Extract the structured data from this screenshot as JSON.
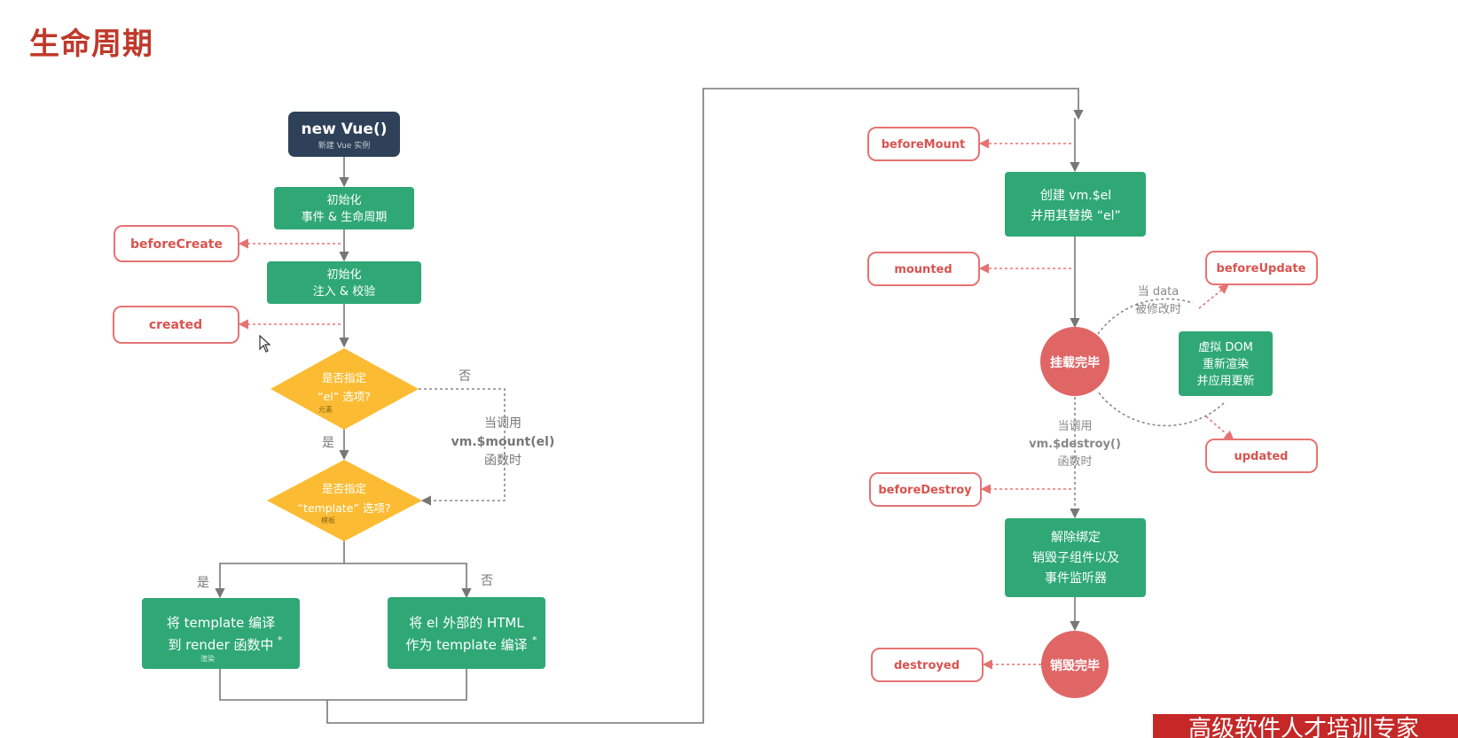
{
  "page": {
    "title": "生命周期"
  },
  "nodes": {
    "new_vue": {
      "title": "new Vue()",
      "subtitle": "新建 Vue 实例"
    },
    "init_events": {
      "line1": "初始化",
      "line2": "事件 & 生命周期"
    },
    "init_inject": {
      "line1": "初始化",
      "line2": "注入 & 校验"
    },
    "el_option": {
      "line1": "是否指定",
      "line2": "“el” 选项?",
      "note": "元素"
    },
    "template_option": {
      "line1": "是否指定",
      "line2": "“template” 选项?",
      "note": "模板"
    },
    "compile_template": {
      "line1": "将 template 编译",
      "line2": "到 render 函数中",
      "star": "*",
      "note": "渲染"
    },
    "compile_outer": {
      "line1": "将 el 外部的 HTML",
      "line2": "作为 template 编译",
      "star": "*"
    },
    "create_el": {
      "line1": "创建 vm.$el",
      "line2": "并用其替换 “el”"
    },
    "mounted_state": {
      "label": "挂载完毕"
    },
    "vdom": {
      "line1": "虚拟 DOM",
      "line2": "重新渲染",
      "line3": "并应用更新"
    },
    "teardown": {
      "line1": "解除绑定",
      "line2": "销毁子组件以及",
      "line3": "事件监听器"
    },
    "destroyed_state": {
      "label": "销毁完毕"
    }
  },
  "hooks": {
    "beforeCreate": "beforeCreate",
    "created": "created",
    "beforeMount": "beforeMount",
    "mounted": "mounted",
    "beforeUpdate": "beforeUpdate",
    "updated": "updated",
    "beforeDestroy": "beforeDestroy",
    "destroyed": "destroyed"
  },
  "labels": {
    "no1": "否",
    "yes1": "是",
    "yes2": "是",
    "no2": "否",
    "mount_call_1": "当调用",
    "mount_call_2": "vm.$mount(el)",
    "mount_call_3": "函数时",
    "data_change_1": "当 data",
    "data_change_2": "被修改时",
    "destroy_call_1": "当调用",
    "destroy_call_2": "vm.$destroy()",
    "destroy_call_3": "函数时"
  },
  "banner": {
    "text": "高级软件人才培训专家"
  },
  "colors": {
    "title": "#c0392b",
    "green": "#2fa876",
    "navy": "#2f4158",
    "yellow": "#fbbc34",
    "red_circle": "#e06666",
    "hook_border": "#e57373",
    "hook_text": "#d9534f",
    "line": "#7a7a7a"
  }
}
